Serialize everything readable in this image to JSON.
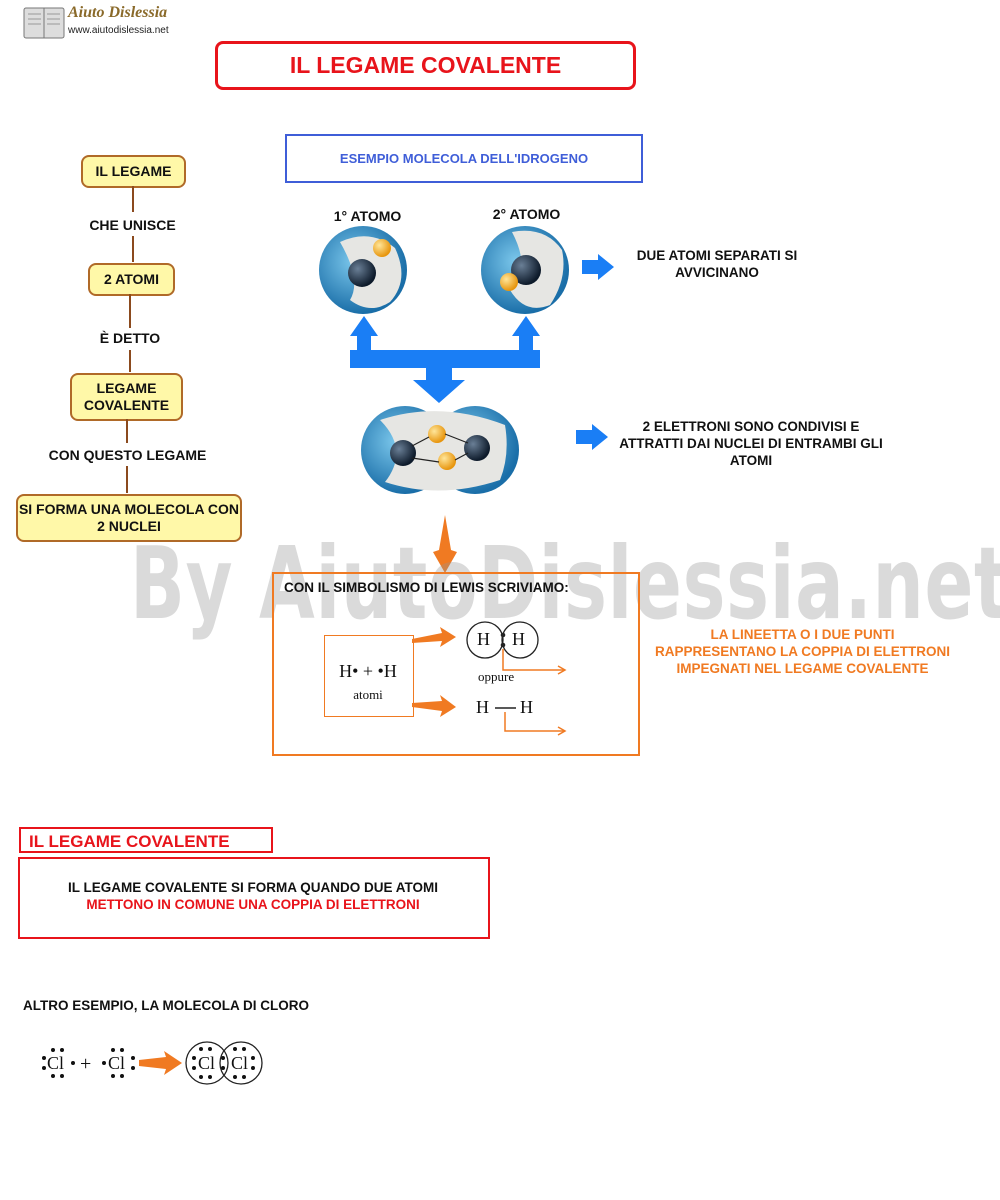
{
  "logo": {
    "name": "Aiuto Dislessia",
    "url": "www.aiutodislessia.net"
  },
  "title": "IL LEGAME COVALENTE",
  "concept_map": {
    "nodes": [
      "IL LEGAME",
      "2 ATOMI",
      "LEGAME COVALENTE",
      "SI FORMA UNA MOLECOLA CON 2 NUCLEI"
    ],
    "connectors": [
      "CHE UNISCE",
      "È DETTO",
      "CON QUESTO LEGAME"
    ]
  },
  "example": {
    "box_title": "ESEMPIO MOLECOLA DELL'IDROGENO",
    "atom1": "1° ATOMO",
    "atom2": "2° ATOMO",
    "caption1": "DUE ATOMI SEPARATI SI AVVICINANO",
    "caption2": "2 ELETTRONI SONO CONDIVISI E ATTRATTI DAI NUCLEI DI ENTRAMBI GLI ATOMI"
  },
  "lewis": {
    "heading": "CON IL SIMBOLISMO DI LEWIS SCRIVIAMO:",
    "reactants": "H• + •H",
    "reactants_label": "atomi",
    "or": "oppure",
    "product_line": "H — H",
    "product_h": "H",
    "note": "LA LINEETTA O I DUE PUNTI RAPPRESENTANO LA COPPIA DI ELETTRONI IMPEGNATI NEL LEGAME COVALENTE"
  },
  "definition": {
    "heading": "IL LEGAME COVALENTE",
    "line1": "IL LEGAME COVALENTE SI FORMA QUANDO DUE ATOMI",
    "line2": "METTONO IN COMUNE UNA COPPIA DI ELETTRONI"
  },
  "chlorine": {
    "heading": "ALTRO ESEMPIO, LA MOLECOLA DI CLORO",
    "symbol": "Cl",
    "plus": "+"
  },
  "watermark": "By AiutoDislessia.net",
  "colors": {
    "red": "#e8141b",
    "blue": "#3f5ed8",
    "orange": "#f07a22",
    "arrow_blue": "#1a7ef5",
    "node_fill": "#fff8a8"
  }
}
